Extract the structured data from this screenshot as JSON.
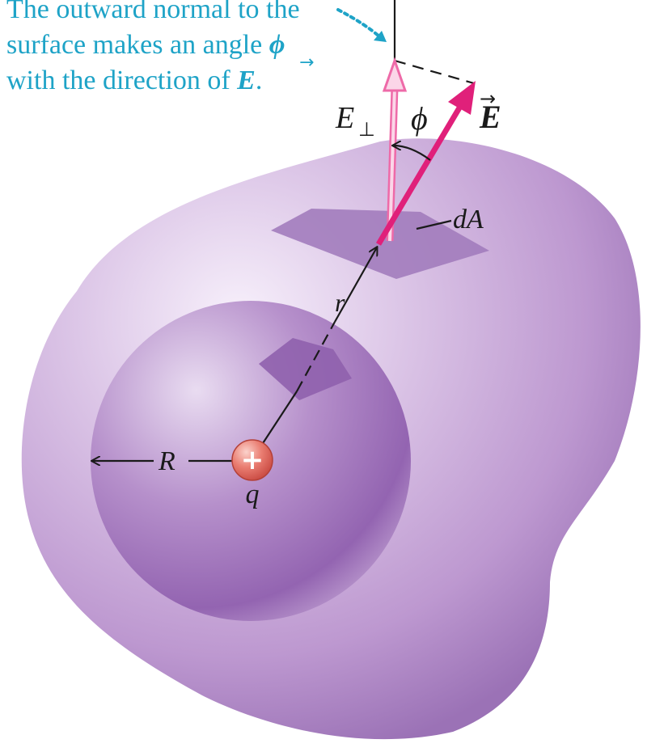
{
  "caption": {
    "line1": "The outward normal to the",
    "line2_pre": "surface makes an angle ",
    "line2_sym": "ϕ",
    "line3_pre": "with the direction of ",
    "line3_sym": "E",
    "line3_post": "."
  },
  "labels": {
    "e_perp": "E",
    "perp_sign": "⊥",
    "phi": "ϕ",
    "e_vector": "E",
    "vector_arrow": "→",
    "area_element": "dA",
    "distance": "r",
    "radius": "R",
    "charge_symbol": "+",
    "charge": "q"
  },
  "colors": {
    "caption": "#1ea3c7",
    "field_vector": "#e0207a",
    "normal_vector": "#ee6aa8",
    "surface_outer": "#c6a5d6",
    "surface_inner": "#a67ec2",
    "patch": "#9d72b8",
    "charge": "#e06a62",
    "ink": "#1a1a1a"
  }
}
